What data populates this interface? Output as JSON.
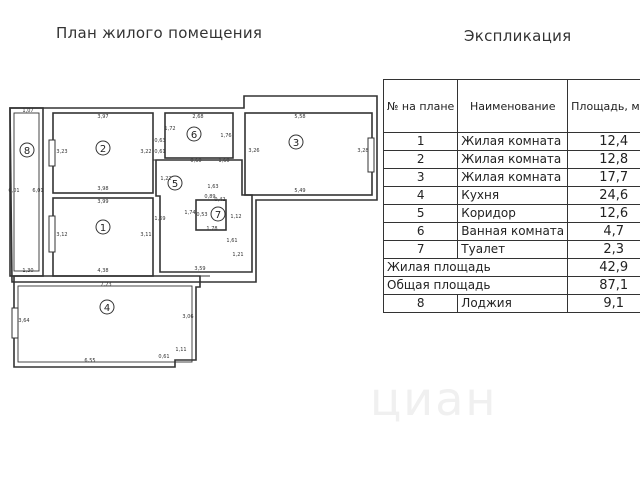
{
  "titles": {
    "plan": "План жилого помещения",
    "explication": "Экспликация"
  },
  "table": {
    "headers": {
      "num": "№ на плане",
      "name": "Наименование",
      "area": "Площадь, м.кв"
    },
    "rows": [
      {
        "num": "1",
        "name": "Жилая комната",
        "area": "12,4"
      },
      {
        "num": "2",
        "name": "Жилая комната",
        "area": "12,8"
      },
      {
        "num": "3",
        "name": "Жилая комната",
        "area": "17,7"
      },
      {
        "num": "4",
        "name": "Кухня",
        "area": "24,6"
      },
      {
        "num": "5",
        "name": "Коридор",
        "area": "12,6"
      },
      {
        "num": "6",
        "name": "Ванная комната",
        "area": "4,7"
      },
      {
        "num": "7",
        "name": "Туалет",
        "area": "2,3"
      }
    ],
    "summary": [
      {
        "label": "Жилая площадь",
        "area": "42,9"
      },
      {
        "label": "Общая площадь",
        "area": "87,1"
      }
    ],
    "loggia": {
      "num": "8",
      "name": "Лоджия",
      "area": "9,1"
    }
  },
  "plan": {
    "room_numbers": [
      "1",
      "2",
      "3",
      "4",
      "5",
      "6",
      "7",
      "8"
    ],
    "dimensions": {
      "r1_top": "3,99",
      "r1_bottom": "4,38",
      "r1_left": "3,12",
      "r1_right": "3,11",
      "r2_top": "3,97",
      "r2_bottom": "3,98",
      "r2_left": "3,23",
      "r2_right": "3,22",
      "r3_top": "5,58",
      "r3_bottom": "5,49",
      "r3_left": "3,26",
      "r3_right": "3,28",
      "r4_top": "7,23",
      "r4_bottom": "6,55",
      "r4_left": "3,64",
      "r4_right": "3,06",
      "r4_step_a": "0,61",
      "r4_step_b": "1,11",
      "r5_top": "1,63",
      "r5_a": "1,61",
      "r5_b": "3,59",
      "r5_c": "1,69",
      "r5_d": "0,61",
      "r5_e": "1,22",
      "r5_f": "1,74",
      "r5_g": "1,21",
      "r6_top": "2,68",
      "r6_left": "1,72",
      "r6_right": "1,76",
      "r7_a": "0,89",
      "r7_b": "1,78",
      "r7_c": "1,12",
      "r7_d": "0,42",
      "r7_e": "0,53",
      "r8_top": "1,07",
      "r8_bottom": "1,30",
      "r8_left": "6,01",
      "r8_right": "6,01",
      "wall_a": "0,63",
      "wall_b": "0,60",
      "wall_c": "1,60"
    }
  },
  "watermark": "циан"
}
